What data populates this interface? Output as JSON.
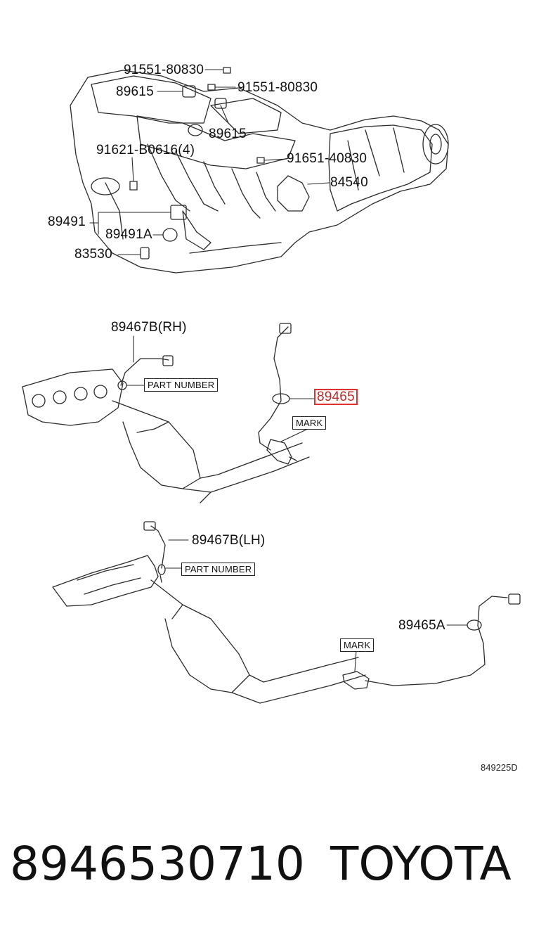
{
  "diagram": {
    "engine_section": {
      "labels": [
        {
          "id": "p1",
          "text": "91551-80830"
        },
        {
          "id": "p2",
          "text": "89615"
        },
        {
          "id": "p3",
          "text": "91551-80830"
        },
        {
          "id": "p4",
          "text": "89615"
        },
        {
          "id": "p5",
          "text": "91621-B0616(4)"
        },
        {
          "id": "p6",
          "text": "91651-40830"
        },
        {
          "id": "p7",
          "text": "84540"
        },
        {
          "id": "p8",
          "text": "89491"
        },
        {
          "id": "p9",
          "text": "89491A"
        },
        {
          "id": "p10",
          "text": "83530"
        }
      ]
    },
    "rh_exhaust_section": {
      "sensor_label": "89467B(RH)",
      "part_number_tag": "PART NUMBER",
      "highlighted_part": "89465",
      "mark_tag": "MARK"
    },
    "lh_exhaust_section": {
      "sensor_label": "89467B(LH)",
      "part_number_tag": "PART NUMBER",
      "rear_sensor_label": "89465A",
      "mark_tag": "MARK"
    },
    "illustration_code": "849225D",
    "highlight_color": "#e03030"
  },
  "footer": {
    "part_number": "8946530710",
    "brand": "TOYOTA"
  }
}
